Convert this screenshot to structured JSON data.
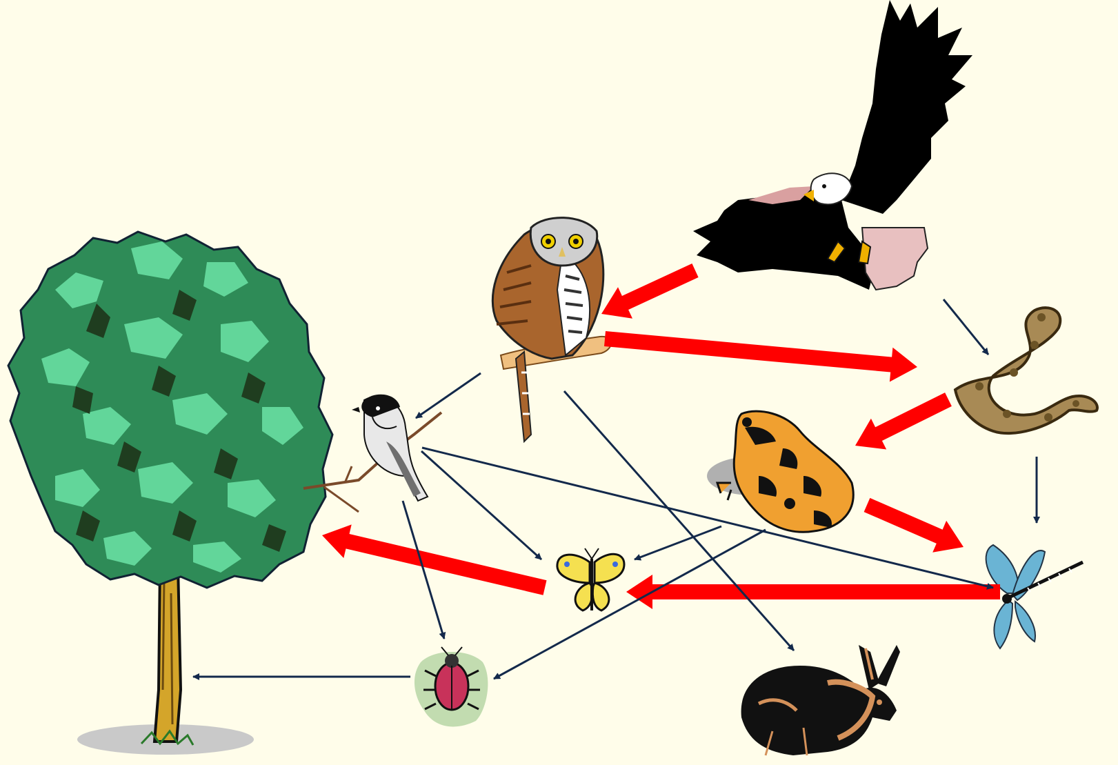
{
  "diagram": {
    "type": "food-web",
    "background_color": "#fffdea",
    "thick_arrow_color": "#ff0000",
    "thin_arrow_color": "#13294b"
  },
  "organisms": [
    {
      "id": "eagle",
      "icon": "eagle-icon"
    },
    {
      "id": "owl",
      "icon": "owl-icon"
    },
    {
      "id": "snake",
      "icon": "snake-icon"
    },
    {
      "id": "frog",
      "icon": "frog-icon"
    },
    {
      "id": "chickadee",
      "icon": "chickadee-icon"
    },
    {
      "id": "tree",
      "icon": "tree-icon"
    },
    {
      "id": "butterfly",
      "icon": "butterfly-icon"
    },
    {
      "id": "dragonfly",
      "icon": "dragonfly-icon"
    },
    {
      "id": "beetle",
      "icon": "beetle-icon"
    },
    {
      "id": "rabbit",
      "icon": "rabbit-icon"
    }
  ],
  "edges": [
    {
      "from": "eagle",
      "to": "owl",
      "style": "thick"
    },
    {
      "from": "owl",
      "to": "snake",
      "style": "thick"
    },
    {
      "from": "snake",
      "to": "frog",
      "style": "thick"
    },
    {
      "from": "frog",
      "to": "dragonfly",
      "style": "thick"
    },
    {
      "from": "dragonfly",
      "to": "butterfly",
      "style": "thick"
    },
    {
      "from": "butterfly",
      "to": "tree",
      "style": "thick"
    },
    {
      "from": "eagle",
      "to": "snake",
      "style": "thin"
    },
    {
      "from": "snake",
      "to": "dragonfly",
      "style": "thin"
    },
    {
      "from": "owl",
      "to": "chickadee",
      "style": "thin"
    },
    {
      "from": "owl",
      "to": "rabbit",
      "style": "thin"
    },
    {
      "from": "chickadee",
      "to": "butterfly",
      "style": "thin"
    },
    {
      "from": "chickadee",
      "to": "beetle",
      "style": "thin"
    },
    {
      "from": "chickadee",
      "to": "dragonfly",
      "style": "thin"
    },
    {
      "from": "frog",
      "to": "butterfly",
      "style": "thin"
    },
    {
      "from": "frog",
      "to": "beetle",
      "style": "thin"
    },
    {
      "from": "beetle",
      "to": "tree",
      "style": "thin"
    }
  ]
}
